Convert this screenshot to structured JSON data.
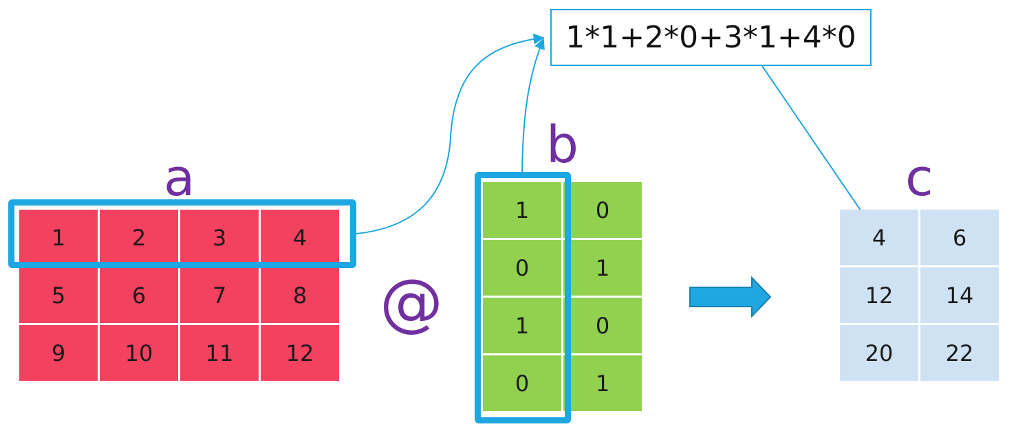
{
  "labels": {
    "a": "a",
    "b": "b",
    "c": "c",
    "operator": "@"
  },
  "formula": "1*1+2*0+3*1+4*0",
  "matrix_a": [
    [
      "1",
      "2",
      "3",
      "4"
    ],
    [
      "5",
      "6",
      "7",
      "8"
    ],
    [
      "9",
      "10",
      "11",
      "12"
    ]
  ],
  "matrix_b": [
    [
      "1",
      "0"
    ],
    [
      "0",
      "1"
    ],
    [
      "1",
      "0"
    ],
    [
      "0",
      "1"
    ]
  ],
  "matrix_c": [
    [
      "4",
      "6"
    ],
    [
      "12",
      "14"
    ],
    [
      "20",
      "22"
    ]
  ],
  "colors": {
    "matrix_a": "#f2425f",
    "matrix_b": "#92d050",
    "matrix_c": "#cfe2f3",
    "highlight": "#1ea7e1",
    "label": "#7030a0"
  }
}
